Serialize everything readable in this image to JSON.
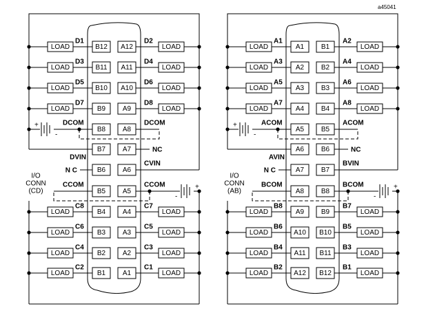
{
  "ref_id": "a45041",
  "left": {
    "io_label": [
      "I/O",
      "CONN",
      "(CD)"
    ],
    "load_label": "LOAD",
    "top_rows": [
      {
        "l": "D1",
        "pl": "B12",
        "pr": "A12",
        "r": "D2"
      },
      {
        "l": "D3",
        "pl": "B11",
        "pr": "A11",
        "r": "D4"
      },
      {
        "l": "D5",
        "pl": "B10",
        "pr": "A10",
        "r": "D6"
      },
      {
        "l": "D7",
        "pl": "B9",
        "pr": "A9",
        "r": "D8"
      }
    ],
    "com_top": {
      "l": "DCOM",
      "pl": "B8",
      "pr": "A8",
      "r": "DCOM"
    },
    "vin_row": {
      "l": "DVIN",
      "pl": "B7",
      "pr": "A7",
      "r": "NC"
    },
    "nc_row": {
      "l": "N C",
      "pl": "B6",
      "pr": "A6",
      "r": "CVIN"
    },
    "com_bot": {
      "l": "CCOM",
      "pl": "B5",
      "pr": "A5",
      "r": "CCOM"
    },
    "bot_rows": [
      {
        "l": "C8",
        "pl": "B4",
        "pr": "A4",
        "r": "C7"
      },
      {
        "l": "C6",
        "pl": "B3",
        "pr": "A3",
        "r": "C5"
      },
      {
        "l": "C4",
        "pl": "B2",
        "pr": "A2",
        "r": "C3"
      },
      {
        "l": "C2",
        "pl": "B1",
        "pr": "A1",
        "r": "C1"
      }
    ]
  },
  "right": {
    "io_label": [
      "I/O",
      "CONN",
      "(AB)"
    ],
    "load_label": "LOAD",
    "top_rows": [
      {
        "l": "A1",
        "pl": "A1",
        "pr": "B1",
        "r": "A2"
      },
      {
        "l": "A3",
        "pl": "A2",
        "pr": "B2",
        "r": "A4"
      },
      {
        "l": "A5",
        "pl": "A3",
        "pr": "B3",
        "r": "A6"
      },
      {
        "l": "A7",
        "pl": "A4",
        "pr": "B4",
        "r": "A8"
      }
    ],
    "com_top": {
      "l": "ACOM",
      "pl": "A5",
      "pr": "B5",
      "r": "ACOM"
    },
    "vin_row": {
      "l": "AVIN",
      "pl": "A6",
      "pr": "B6",
      "r": "NC"
    },
    "nc_row": {
      "l": "N C",
      "pl": "A7",
      "pr": "B7",
      "r": "BVIN"
    },
    "com_bot": {
      "l": "BCOM",
      "pl": "A8",
      "pr": "B8",
      "r": "BCOM"
    },
    "bot_rows": [
      {
        "l": "B8",
        "pl": "A9",
        "pr": "B9",
        "r": "B7"
      },
      {
        "l": "B6",
        "pl": "A10",
        "pr": "B10",
        "r": "B5"
      },
      {
        "l": "B4",
        "pl": "A11",
        "pr": "B11",
        "r": "B3"
      },
      {
        "l": "B2",
        "pl": "A12",
        "pr": "B12",
        "r": "B1"
      }
    ]
  },
  "battery_signs": {
    "plus": "+",
    "minus": "-"
  }
}
